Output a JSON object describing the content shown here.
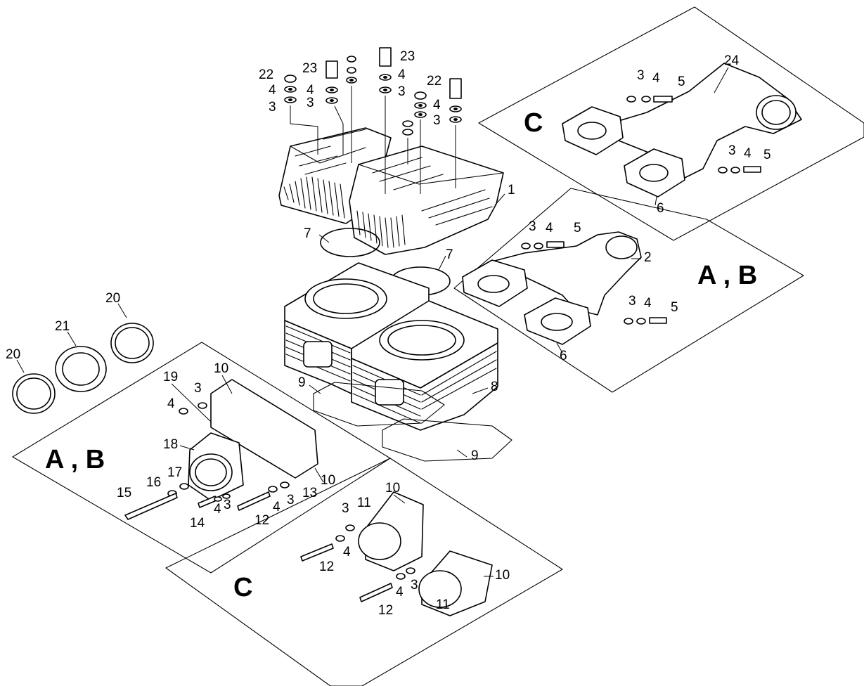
{
  "panel_labels": {
    "top_right_c": "C",
    "right_ab": "A , B",
    "left_ab": "A , B",
    "bottom_c": "C"
  },
  "callouts": {
    "n1": "1",
    "n2": "2",
    "n3": "3",
    "n4": "4",
    "n5": "5",
    "n6": "6",
    "n7": "7",
    "n8": "8",
    "n9": "9",
    "n10": "10",
    "n11": "11",
    "n12": "12",
    "n13": "13",
    "n14": "14",
    "n15": "15",
    "n16": "16",
    "n17": "17",
    "n18": "18",
    "n19": "19",
    "n20": "20",
    "n21": "21",
    "n22": "22",
    "n23": "23",
    "n24": "24"
  }
}
